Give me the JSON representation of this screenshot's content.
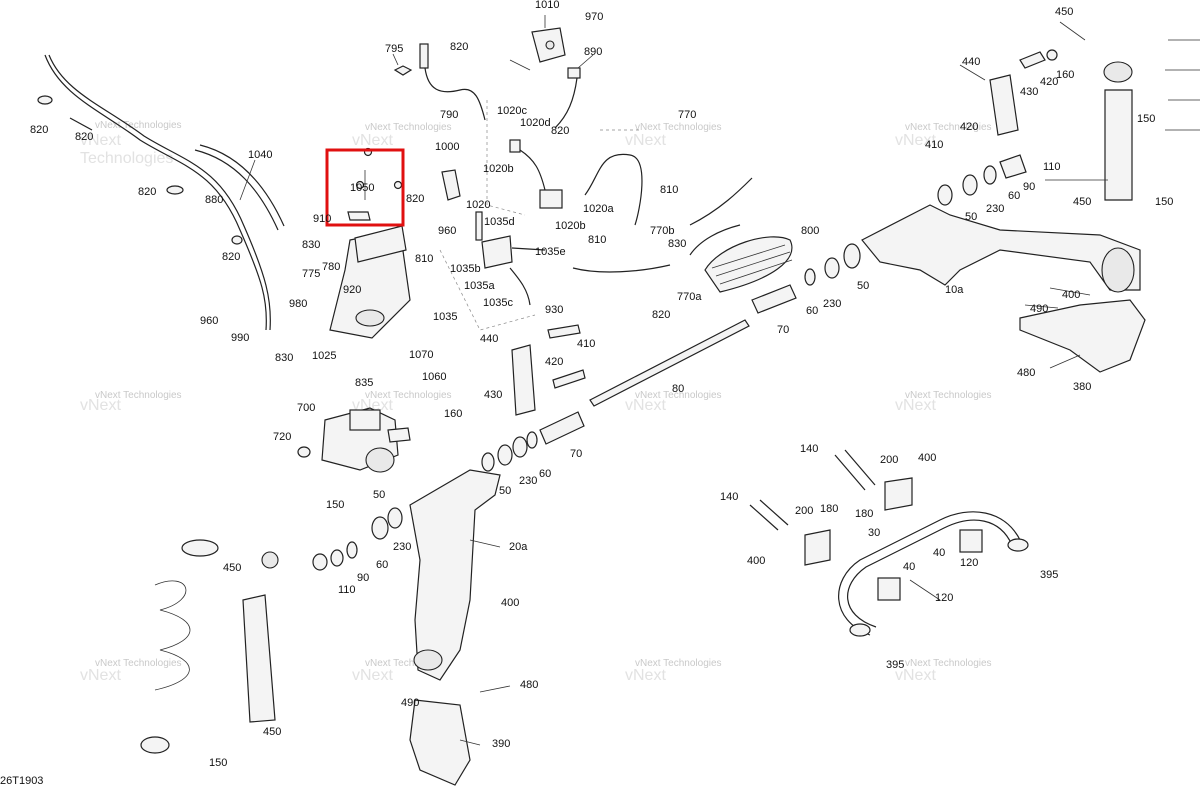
{
  "diagram_code": "26T1903",
  "watermark": [
    "vNext Technologies",
    "vNext",
    "Technologies"
  ],
  "highlight": {
    "color": "#e01010",
    "parts": [
      "1050"
    ]
  },
  "callouts": {
    "c1010": "1010",
    "c970": "970",
    "c890": "890",
    "c795": "795",
    "c820a": "820",
    "c790": "790",
    "c450a": "450",
    "c440a": "440",
    "c430a": "430",
    "c420a": "420",
    "c160a": "160",
    "c150a": "150",
    "c150b": "150",
    "c420b": "420",
    "c410a": "410",
    "c110a": "110",
    "c90a": "90",
    "c60a": "60",
    "c230a": "230",
    "c50a": "50",
    "c450b": "450",
    "c820b": "820",
    "c820c": "820",
    "c820d": "820",
    "c1040": "1040",
    "c880": "880",
    "c820e": "820",
    "c1020c": "1020c",
    "c1020d": "1020d",
    "c820f": "820",
    "c770": "770",
    "c1000": "1000",
    "c1050": "1050",
    "c1020b": "1020b",
    "c1020a": "1020a",
    "c1020b2": "1020b",
    "c1020": "1020",
    "c1035d": "1035d",
    "c810a": "810",
    "c810b": "810",
    "c770b": "770b",
    "c830a": "830",
    "c800": "800",
    "c1035e": "1035e",
    "c960a": "960",
    "c820g": "820",
    "c910": "910",
    "c830b": "830",
    "c810c": "810",
    "c1035b": "1035b",
    "c1035a": "1035a",
    "c1035c": "1035c",
    "c770a": "770a",
    "c820h": "820",
    "c60b": "60",
    "c230b": "230",
    "c50b": "50",
    "c10a": "10a",
    "c400a": "400",
    "c490a": "490",
    "c480a": "480",
    "c380": "380",
    "c775": "775",
    "c780": "780",
    "c980": "980",
    "c920": "920",
    "c960b": "960",
    "c990": "990",
    "c830c": "830",
    "c1025": "1025",
    "c1035": "1035",
    "c930": "930",
    "c70a": "70",
    "c440b": "440",
    "c410b": "410",
    "c420c": "420",
    "c430b": "430",
    "c1070": "1070",
    "c835": "835",
    "c1060": "1060",
    "c160b": "160",
    "c80": "80",
    "c700": "700",
    "c720": "720",
    "c70b": "70",
    "c60c": "60",
    "c230c": "230",
    "c50c": "50",
    "c140a": "140",
    "c200a": "200",
    "c400b": "400",
    "c180a": "180",
    "c140b": "140",
    "c200b": "200",
    "c180b": "180",
    "c30": "30",
    "c40a": "40",
    "c120a": "120",
    "c395a": "395",
    "c400c": "400",
    "c40b": "40",
    "c120b": "120",
    "c395b": "395",
    "c150c": "150",
    "c50d": "50",
    "c230d": "230",
    "c20a": "20a",
    "c60d": "60",
    "c90b": "90",
    "c110b": "110",
    "c450c": "450",
    "c400d": "400",
    "c480b": "480",
    "c490b": "490",
    "c390": "390",
    "c450d": "450",
    "c150d": "150"
  }
}
